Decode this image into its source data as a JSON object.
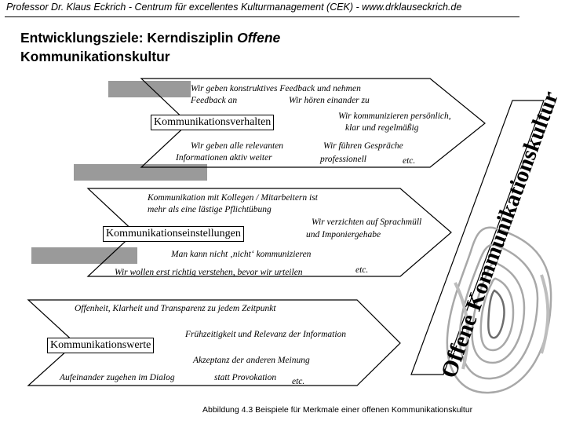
{
  "header": {
    "text": "Professor Dr. Klaus Eckrich - Centrum für excellentes Kulturmanagement (CEK) - www.drklauseckrich.de"
  },
  "title": {
    "line1_prefix": "Entwicklungsziele: Kerndisziplin ",
    "line1_italic": "Offene",
    "line2": "Kommunikationskultur"
  },
  "banner": {
    "label": "Offene Kommunikationskultur"
  },
  "arrows": [
    {
      "label": "Kommunikationsverhalten",
      "items": [
        "Wir geben konstruktives Feedback und nehmen",
        "Feedback an",
        "Wir hören einander zu",
        "Wir kommunizieren persönlich,",
        "klar und regelmäßig",
        "Wir geben alle relevanten",
        "Informationen aktiv weiter",
        "Wir führen Gespräche",
        "professionell",
        "etc."
      ]
    },
    {
      "label": "Kommunikationseinstellungen",
      "items": [
        "Kommunikation mit Kollegen / Mitarbeitern ist",
        "mehr als eine lästige Pflichtübung",
        "Wir verzichten auf Sprachmüll",
        "und Imponiergehabe",
        "Man kann nicht ‚nicht‘ kommunizieren",
        "Wir wollen erst richtig verstehen, bevor wir urteilen",
        "etc."
      ]
    },
    {
      "label": "Kommunikationswerte",
      "items": [
        "Offenheit, Klarheit und Transparenz zu jedem Zeitpunkt",
        "Frühzeitigkeit und Relevanz der Information",
        "Akzeptanz der anderen Meinung",
        "Aufeinander zugehen im Dialog",
        "statt Provokation",
        "etc."
      ]
    }
  ],
  "caption": {
    "text": "Abbildung 4.3 Beispiele für  Merkmale einer offenen Kommunikationskultur"
  },
  "colors": {
    "shadow_bar": "#9a9a9a",
    "line": "#000000",
    "logo": "#bdbdbd"
  }
}
